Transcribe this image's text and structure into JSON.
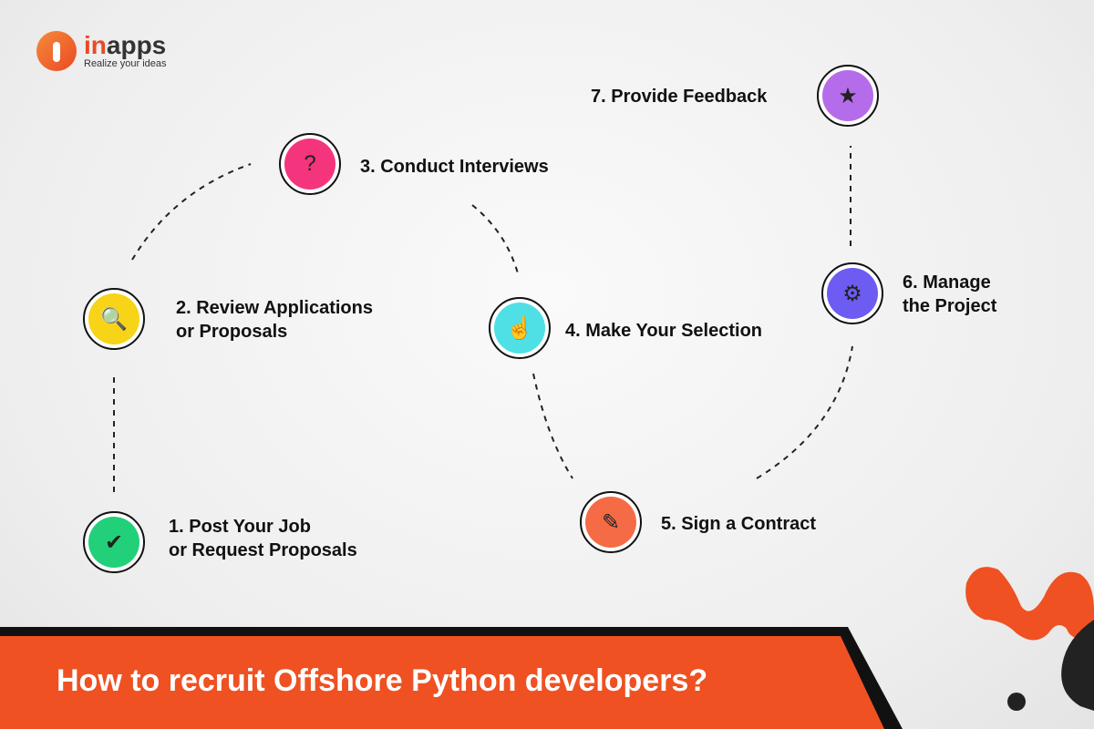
{
  "logo": {
    "name_accent": "in",
    "name_rest": "apps",
    "tagline": "Realize your ideas"
  },
  "steps": [
    {
      "label1": "1. Post Your Job",
      "label2": "or Request Proposals",
      "icon": "job-post-icon",
      "color": "#22d07a"
    },
    {
      "label1": "2. Review Applications",
      "label2": "or Proposals",
      "icon": "document-search-icon",
      "color": "#f7d417"
    },
    {
      "label1": "3. Conduct Interviews",
      "label2": "",
      "icon": "chat-bubbles-icon",
      "color": "#f5347e"
    },
    {
      "label1": "4. Make Your Selection",
      "label2": "",
      "icon": "hand-select-icon",
      "color": "#4fe0e6"
    },
    {
      "label1": "5. Sign a Contract",
      "label2": "",
      "icon": "contract-pen-icon",
      "color": "#f56b45"
    },
    {
      "label1": "6. Manage",
      "label2": "the Project",
      "icon": "gear-hand-icon",
      "color": "#6c5cf2"
    },
    {
      "label1": "7. Provide Feedback",
      "label2": "",
      "icon": "rating-stars-icon",
      "color": "#b56ceb"
    }
  ],
  "banner": {
    "title": "How to recruit Offshore Python developers?"
  }
}
